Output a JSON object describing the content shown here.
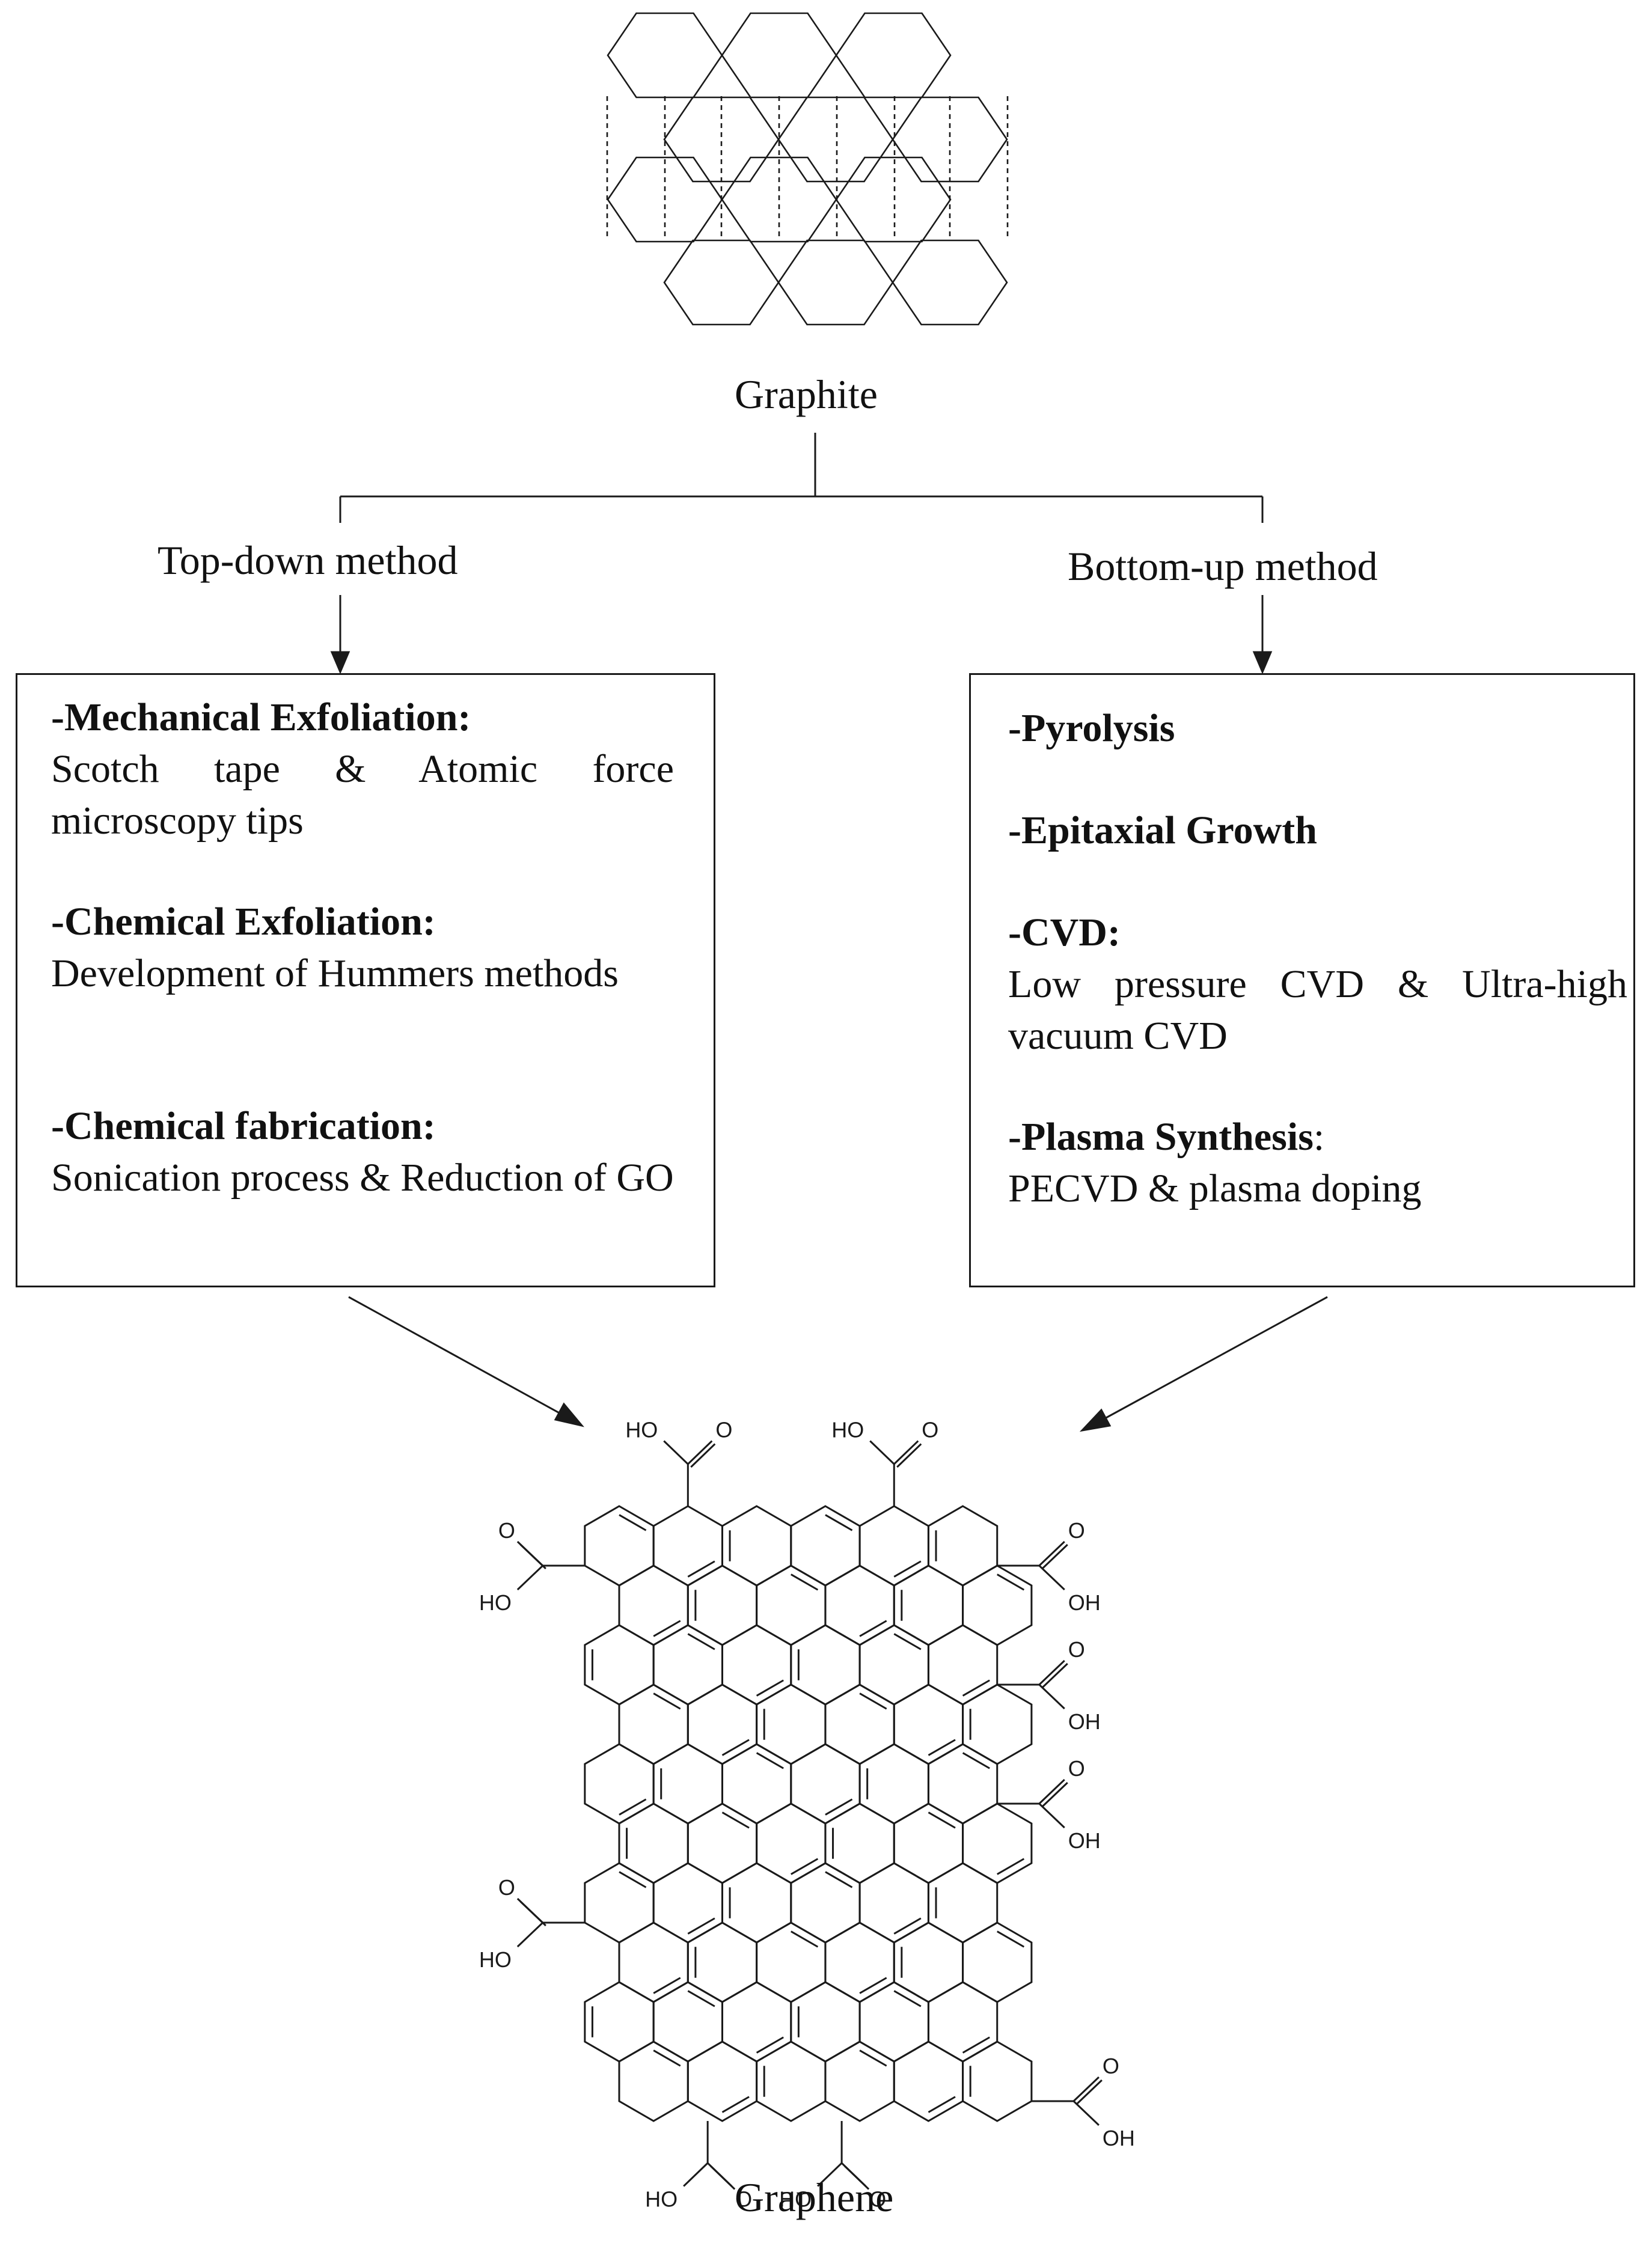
{
  "graphite": {
    "label": "Graphite"
  },
  "graphene": {
    "label": "Graphene",
    "group_labels": {
      "oh": "OH",
      "ho": "HO",
      "o": "O"
    }
  },
  "top_down": {
    "title": "Top-down method",
    "items": [
      {
        "head": "-Mechanical Exfoliation:",
        "body": "Scotch tape & Atomic force microscopy tips"
      },
      {
        "head": "-Chemical Exfoliation:",
        "body": "Development of Hummers methods"
      },
      {
        "head": "-Chemical fabrication:",
        "body": "Sonication process & Reduction of GO"
      }
    ]
  },
  "bottom_up": {
    "title": "Bottom-up method",
    "items": [
      {
        "head": "-Pyrolysis",
        "body": ""
      },
      {
        "head": "-Epitaxial Growth",
        "body": ""
      },
      {
        "head": "-CVD:",
        "body": "Low pressure CVD & Ultra-high vacuum CVD"
      },
      {
        "head": "-Plasma Synthesis",
        "tail": ":",
        "body": "PECVD & plasma doping"
      }
    ]
  },
  "colors": {
    "line": "#1a1a1a",
    "background": "#ffffff"
  }
}
